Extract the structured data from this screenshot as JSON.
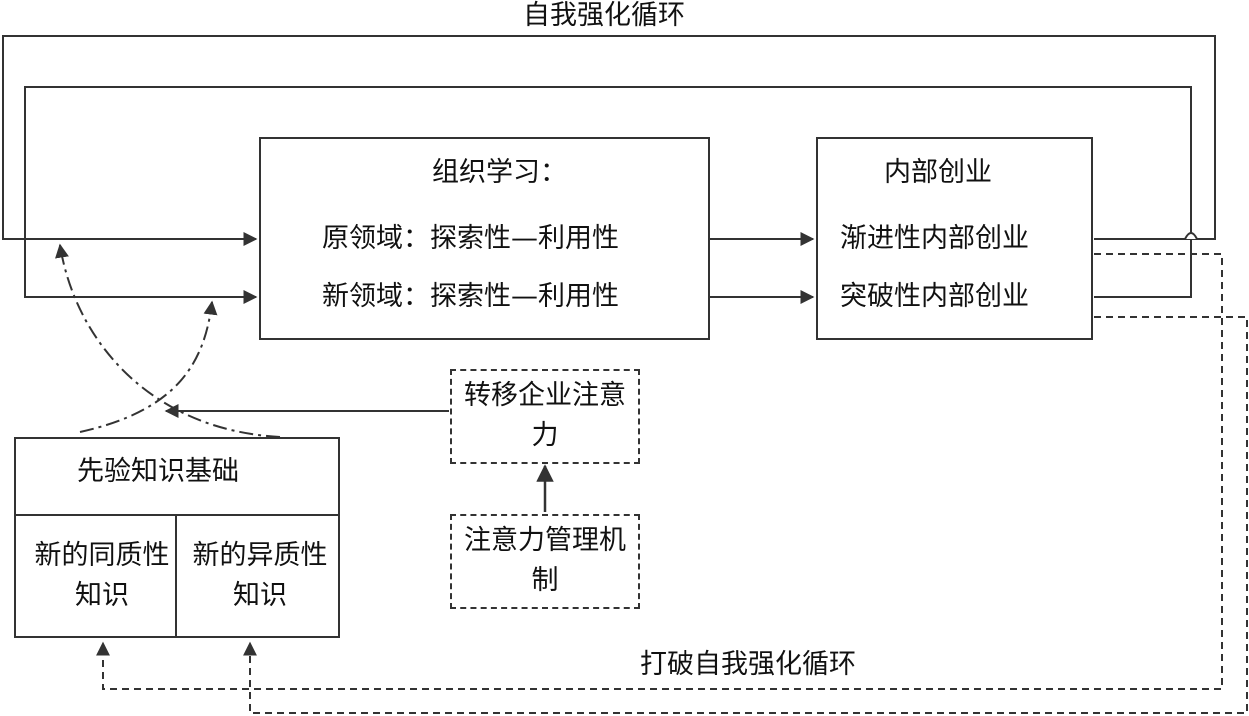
{
  "labels": {
    "self_reinforcing_loop": "自我强化循环",
    "break_loop": "打破自我强化循环"
  },
  "org_learning": {
    "title": "组织学习：",
    "original_domain": "原领域：探索性—利用性",
    "new_domain": "新领域：探索性—利用性"
  },
  "internal_venturing": {
    "title": "内部创业",
    "incremental": "渐进性内部创业",
    "radical": "突破性内部创业"
  },
  "prior_knowledge": {
    "title": "先验知识基础",
    "homogeneous": "新的同质性知识",
    "heterogeneous": "新的异质性知识"
  },
  "attention_shift": "转移企业注意力",
  "attention_mechanism": "注意力管理机制",
  "colors": {
    "line": "#333333",
    "text": "#111111",
    "background": "#ffffff"
  }
}
